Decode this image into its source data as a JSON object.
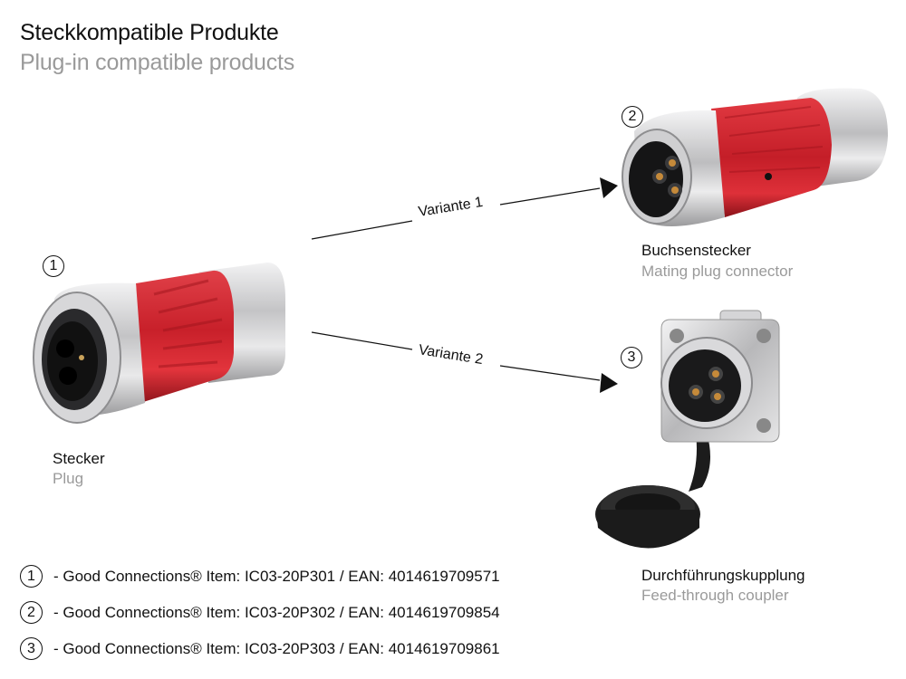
{
  "header": {
    "title_de": "Steckkompatible Produkte",
    "title_en": "Plug-in compatible products"
  },
  "products": [
    {
      "number": "1",
      "name_de": "Stecker",
      "name_en": "Plug"
    },
    {
      "number": "2",
      "name_de": "Buchsenstecker",
      "name_en": "Mating plug connector"
    },
    {
      "number": "3",
      "name_de": "Durchführungskupplung",
      "name_en": "Feed-through coupler"
    }
  ],
  "arrows": [
    {
      "label": "Variante 1",
      "from": "1",
      "to": "2"
    },
    {
      "label": "Variante 2",
      "from": "1",
      "to": "3"
    }
  ],
  "legend": [
    {
      "number": "1",
      "text": "- Good Connections® Item: IC03-20P301 / EAN: 4014619709571"
    },
    {
      "number": "2",
      "text": "- Good Connections® Item: IC03-20P302 / EAN: 4014619709854"
    },
    {
      "number": "3",
      "text": "- Good Connections® Item: IC03-20P303 / EAN: 4014619709861"
    }
  ],
  "colors": {
    "accent_red": "#c8202a",
    "metal": "#c9c9cb",
    "subtitle_gray": "#9a9a9a"
  }
}
